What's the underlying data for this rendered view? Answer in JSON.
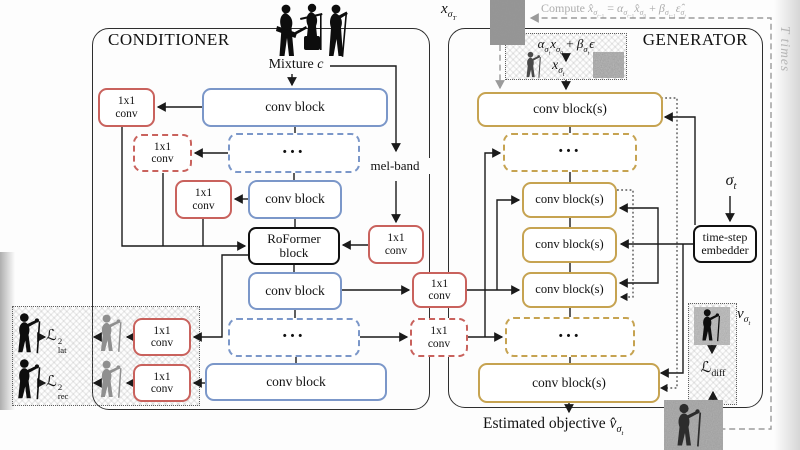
{
  "labels": {
    "conv_1x1": "1x1<br>conv",
    "conv_block": "conv block",
    "conv_blocks": "conv block(s)",
    "roformer": "RoFormer<br>block",
    "timestep_embedder": "time-step<br>embedder",
    "dots": "..."
  },
  "conditioner": {
    "title": "CONDITIONER",
    "mixture_label": "Mixture <i>c</i>",
    "mel_band_label": "mel-band"
  },
  "generator": {
    "title": "GENERATOR"
  },
  "losses": {
    "lat": {
      "base": "ℒ",
      "sup": "2",
      "sub": "lat"
    },
    "rec": {
      "base": "ℒ",
      "sup": "2",
      "sub": "rec"
    },
    "diff": {
      "base": "ℒ",
      "sub": "diff"
    }
  },
  "math": {
    "x_sigma_T": "<i>x</i><sub><i>σ</i><sub><i>T</i></sub></sub>",
    "compute_formula": "Compute <i>x̂</i><sub><i>σ</i><sub><i>t</i>−1</sub></sub> = <i>α</i><sub><i>σ</i><sub><i>t</i>−1</sub></sub><i>x̂</i><sub><i>σ</i><sub>0</sub></sub> + <i>β</i><sub><i>σ</i><sub><i>t</i>−1</sub></sub><i>ε̂</i><sub><i>σ</i><sub><i>t</i></sub></sub>",
    "noising_formula": "<i>α</i><sub><i>σ</i><sub><i>t</i></sub></sub><i>x</i><sub><i>σ</i><sub>0</sub></sub> + <i>β</i><sub><i>σ</i><sub><i>t</i></sub></sub><i>ϵ</i>",
    "x_sigma_t": "<i>x</i><sub><i>σ</i><sub><i>t</i></sub></sub>",
    "sigma_t": "<i>σ</i><sub><i>t</i></sub>",
    "v_sigma_t": "<i>v</i><sub><i>σ</i><sub><i>t</i></sub></sub>",
    "estimated_objective": "Estimated objective <i>v̂</i><sub><i>σ</i><sub><i>t</i></sub></sub>",
    "t_times": "T times"
  },
  "icons": {
    "band": "musicians-silhouette",
    "singer": "vocalist-with-mic-stand",
    "noise": "gaussian-noise-patch"
  },
  "colors": {
    "blue": "#7b97c9",
    "red": "#c9625d",
    "gold": "#c6a351",
    "gray_dashed": "#9b9b9b"
  }
}
